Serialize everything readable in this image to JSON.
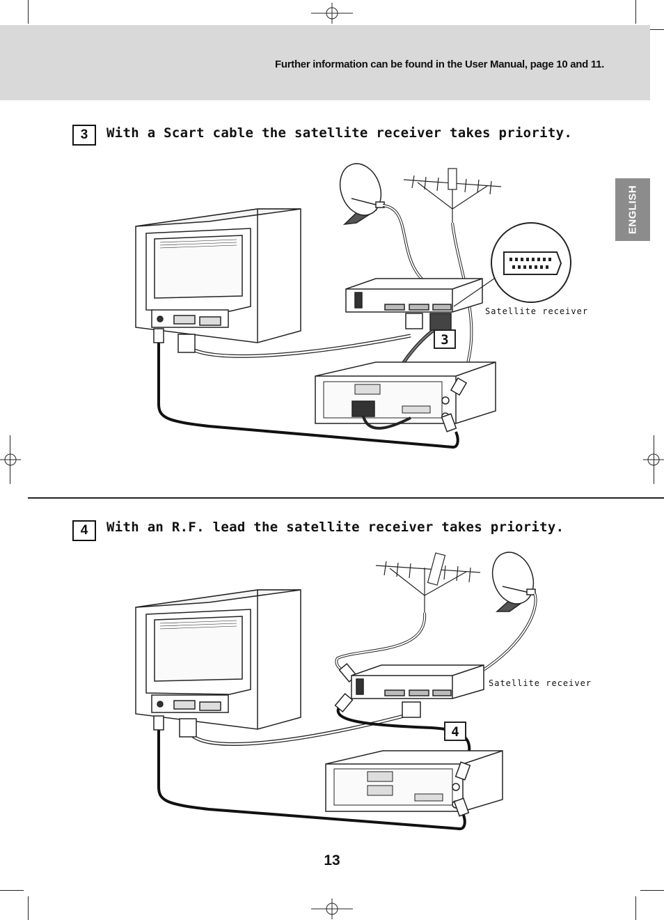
{
  "header": {
    "note": "Further information can be found in the User Manual, page 10 and 11."
  },
  "language_tab": "ENGLISH",
  "steps": [
    {
      "number": "3",
      "title": "With a Scart cable the satellite receiver takes priority.",
      "receiver_label": "Satellite receiver",
      "callout": "3"
    },
    {
      "number": "4",
      "title": "With an R.F. lead the satellite receiver takes priority.",
      "receiver_label": "Satellite receiver",
      "callout": "4"
    }
  ],
  "page_number": "13"
}
